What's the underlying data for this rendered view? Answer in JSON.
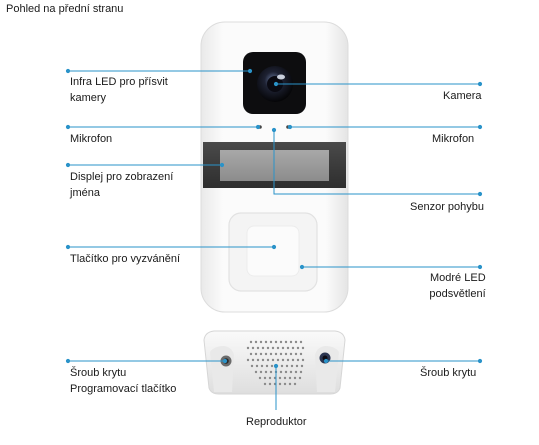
{
  "heading": "Pohled na přední stranu",
  "labels": {
    "ir_led_line1": "Infra LED pro přísvit",
    "ir_led_line2": "kamery",
    "camera": "Kamera",
    "mic_left": "Mikrofon",
    "mic_right": "Mikrofon",
    "display_line1": "Displej pro zobrazení",
    "display_line2": "jména",
    "motion_sensor": "Senzor pohybu",
    "ring_button": "Tlačítko pro vyzvánění",
    "blue_led_line1": "Modré LED",
    "blue_led_line2": "podsvětlení",
    "cover_screw_left_line1": "Šroub krytu",
    "cover_screw_left_line2": "Programovací tlačítko",
    "cover_screw_right": "Šroub krytu",
    "speaker": "Reproduktor"
  },
  "colors": {
    "leader_line": "#2a93c9",
    "device_body": "#f6f6f6",
    "device_outline": "#dcdcdc",
    "display_band": "#3b3b3b",
    "display_screen": "#9a9a9a"
  }
}
